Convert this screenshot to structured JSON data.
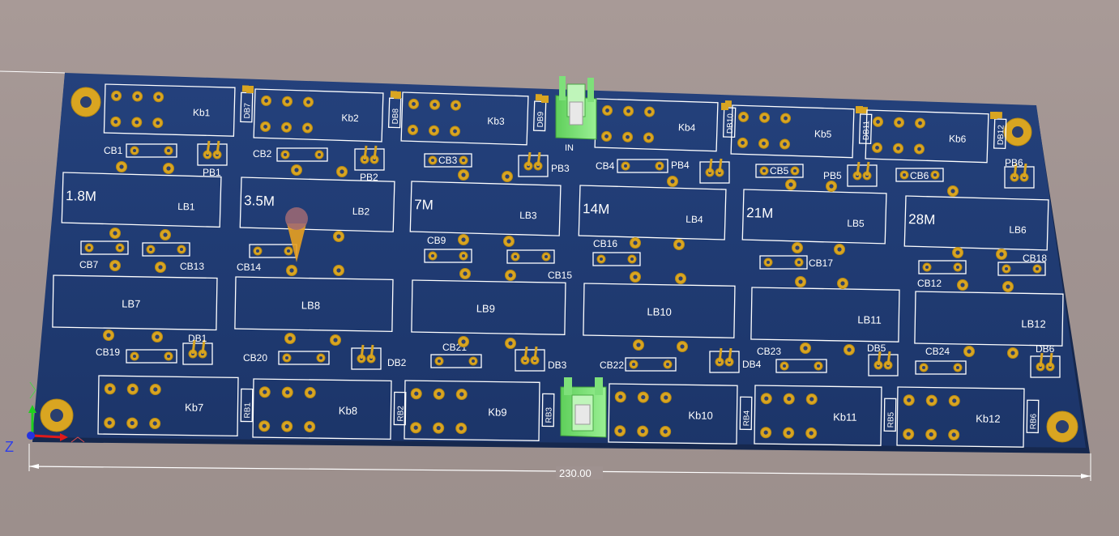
{
  "colors": {
    "board": "#1f3a72",
    "pad": "#d9a521",
    "silkscreen": "#ffffff",
    "connector": "#7ee07a",
    "background": "#a09391"
  },
  "dimension": {
    "label": "230.00"
  },
  "axes": {
    "z": "Z"
  },
  "connectors": {
    "in_label": "IN"
  },
  "relays_top": [
    "Kb1",
    "Kb2",
    "Kb3",
    "Kb4",
    "Kb5",
    "Kb6"
  ],
  "relays_bottom": [
    "Kb7",
    "Kb8",
    "Kb9",
    "Kb10",
    "Kb11",
    "Kb12"
  ],
  "inductors_top": [
    {
      "label": "LB1",
      "freq": "1.8M"
    },
    {
      "label": "LB2",
      "freq": "3.5M"
    },
    {
      "label": "LB3",
      "freq": "7M"
    },
    {
      "label": "LB4",
      "freq": "14M"
    },
    {
      "label": "LB5",
      "freq": "21M"
    },
    {
      "label": "LB6",
      "freq": "28M"
    }
  ],
  "inductors_bottom": [
    "LB7",
    "LB8",
    "LB9",
    "LB10",
    "LB11",
    "LB12"
  ],
  "diodes_top": [
    "DB7",
    "DB8",
    "DB9",
    "DB10",
    "DB11",
    "DB12"
  ],
  "diodes_bottom_mid": [
    "DB1",
    "DB2",
    "DB3",
    "DB4",
    "DB5",
    "DB6"
  ],
  "resistors_bottom": [
    "RB1",
    "RB2",
    "RB3",
    "RB4",
    "RB5",
    "RB6"
  ],
  "headers_top": [
    "PB1",
    "PB2",
    "PB3",
    "PB4",
    "PB5",
    "PB6"
  ],
  "caps_row1": [
    "CB1",
    "CB2",
    "CB3",
    "CB4",
    "CB5",
    "CB6"
  ],
  "caps_row2": [
    "CB7",
    "CB13",
    "CB14",
    "CB9",
    "CB15",
    "CB16",
    "CB17",
    "CB12",
    "CB18"
  ],
  "caps_row3": [
    "CB19",
    "CB20",
    "CB21",
    "CB22",
    "CB23",
    "CB24"
  ]
}
